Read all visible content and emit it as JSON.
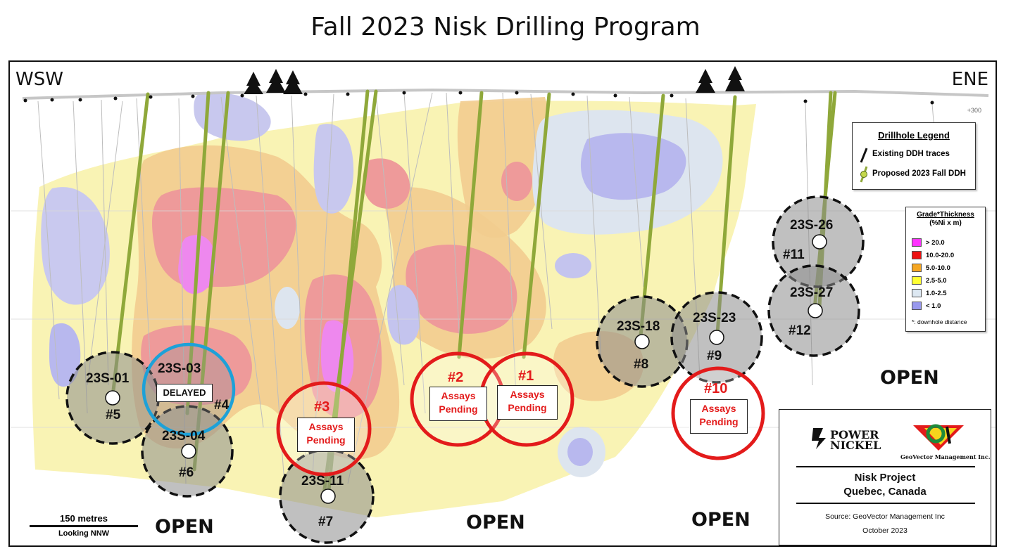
{
  "title": "Fall 2023 Nisk Drilling Program",
  "directions": {
    "left": "WSW",
    "right": "ENE"
  },
  "elevation_label": "+300",
  "open_labels": [
    "OPEN",
    "OPEN",
    "OPEN",
    "OPEN"
  ],
  "proposed_holes": [
    {
      "hole_id": "23S-01",
      "number": "#5"
    },
    {
      "hole_id": "23S-03",
      "number": "#4",
      "status": "DELAYED"
    },
    {
      "hole_id": "23S-04",
      "number": "#6"
    },
    {
      "hole_id": "23S-11",
      "number": "#7"
    },
    {
      "hole_id": "23S-18",
      "number": "#8"
    },
    {
      "hole_id": "23S-23",
      "number": "#9"
    },
    {
      "hole_id": "23S-26",
      "number": "#11"
    },
    {
      "hole_id": "23S-27",
      "number": "#12"
    }
  ],
  "pending_holes": [
    {
      "number": "#3",
      "status_line1": "Assays",
      "status_line2": "Pending"
    },
    {
      "number": "#2",
      "status_line1": "Assays",
      "status_line2": "Pending"
    },
    {
      "number": "#1",
      "status_line1": "Assays",
      "status_line2": "Pending"
    },
    {
      "number": "#10",
      "status_line1": "Assays",
      "status_line2": "Pending"
    }
  ],
  "drillhole_legend": {
    "title": "Drillhole Legend",
    "existing": "Existing DDH traces",
    "proposed": "Proposed 2023 Fall DDH"
  },
  "grade_legend": {
    "title_line1": "Grade*Thickness",
    "title_line2": "(%Ni x m)",
    "items": [
      {
        "label": "> 20.0",
        "color": "#ff33ff"
      },
      {
        "label": "10.0-20.0",
        "color": "#ee1111"
      },
      {
        "label": "5.0-10.0",
        "color": "#f5a623"
      },
      {
        "label": "2.5-5.0",
        "color": "#ffff33"
      },
      {
        "label": "1.0-2.5",
        "color": "#dde8f2"
      },
      {
        "label": "< 1.0",
        "color": "#9999ee"
      }
    ],
    "note": "*: downhole distance"
  },
  "logos": {
    "power_nickel_line1": "POWER",
    "power_nickel_line2": "NICKEL",
    "geovector_tag": "GeoVector Management Inc."
  },
  "project": {
    "name": "Nisk Project",
    "location": "Quebec, Canada",
    "source": "Source: GeoVector Management Inc",
    "date": "October 2023"
  },
  "scale_bar": {
    "length_label": "150 metres",
    "view": "Looking NNW"
  },
  "colors": {
    "pending_red": "#e31b1b",
    "delayed_blue": "#1da1d8",
    "hole_green": "#8fa83a",
    "zone_yellow": "#f9f3b4"
  }
}
